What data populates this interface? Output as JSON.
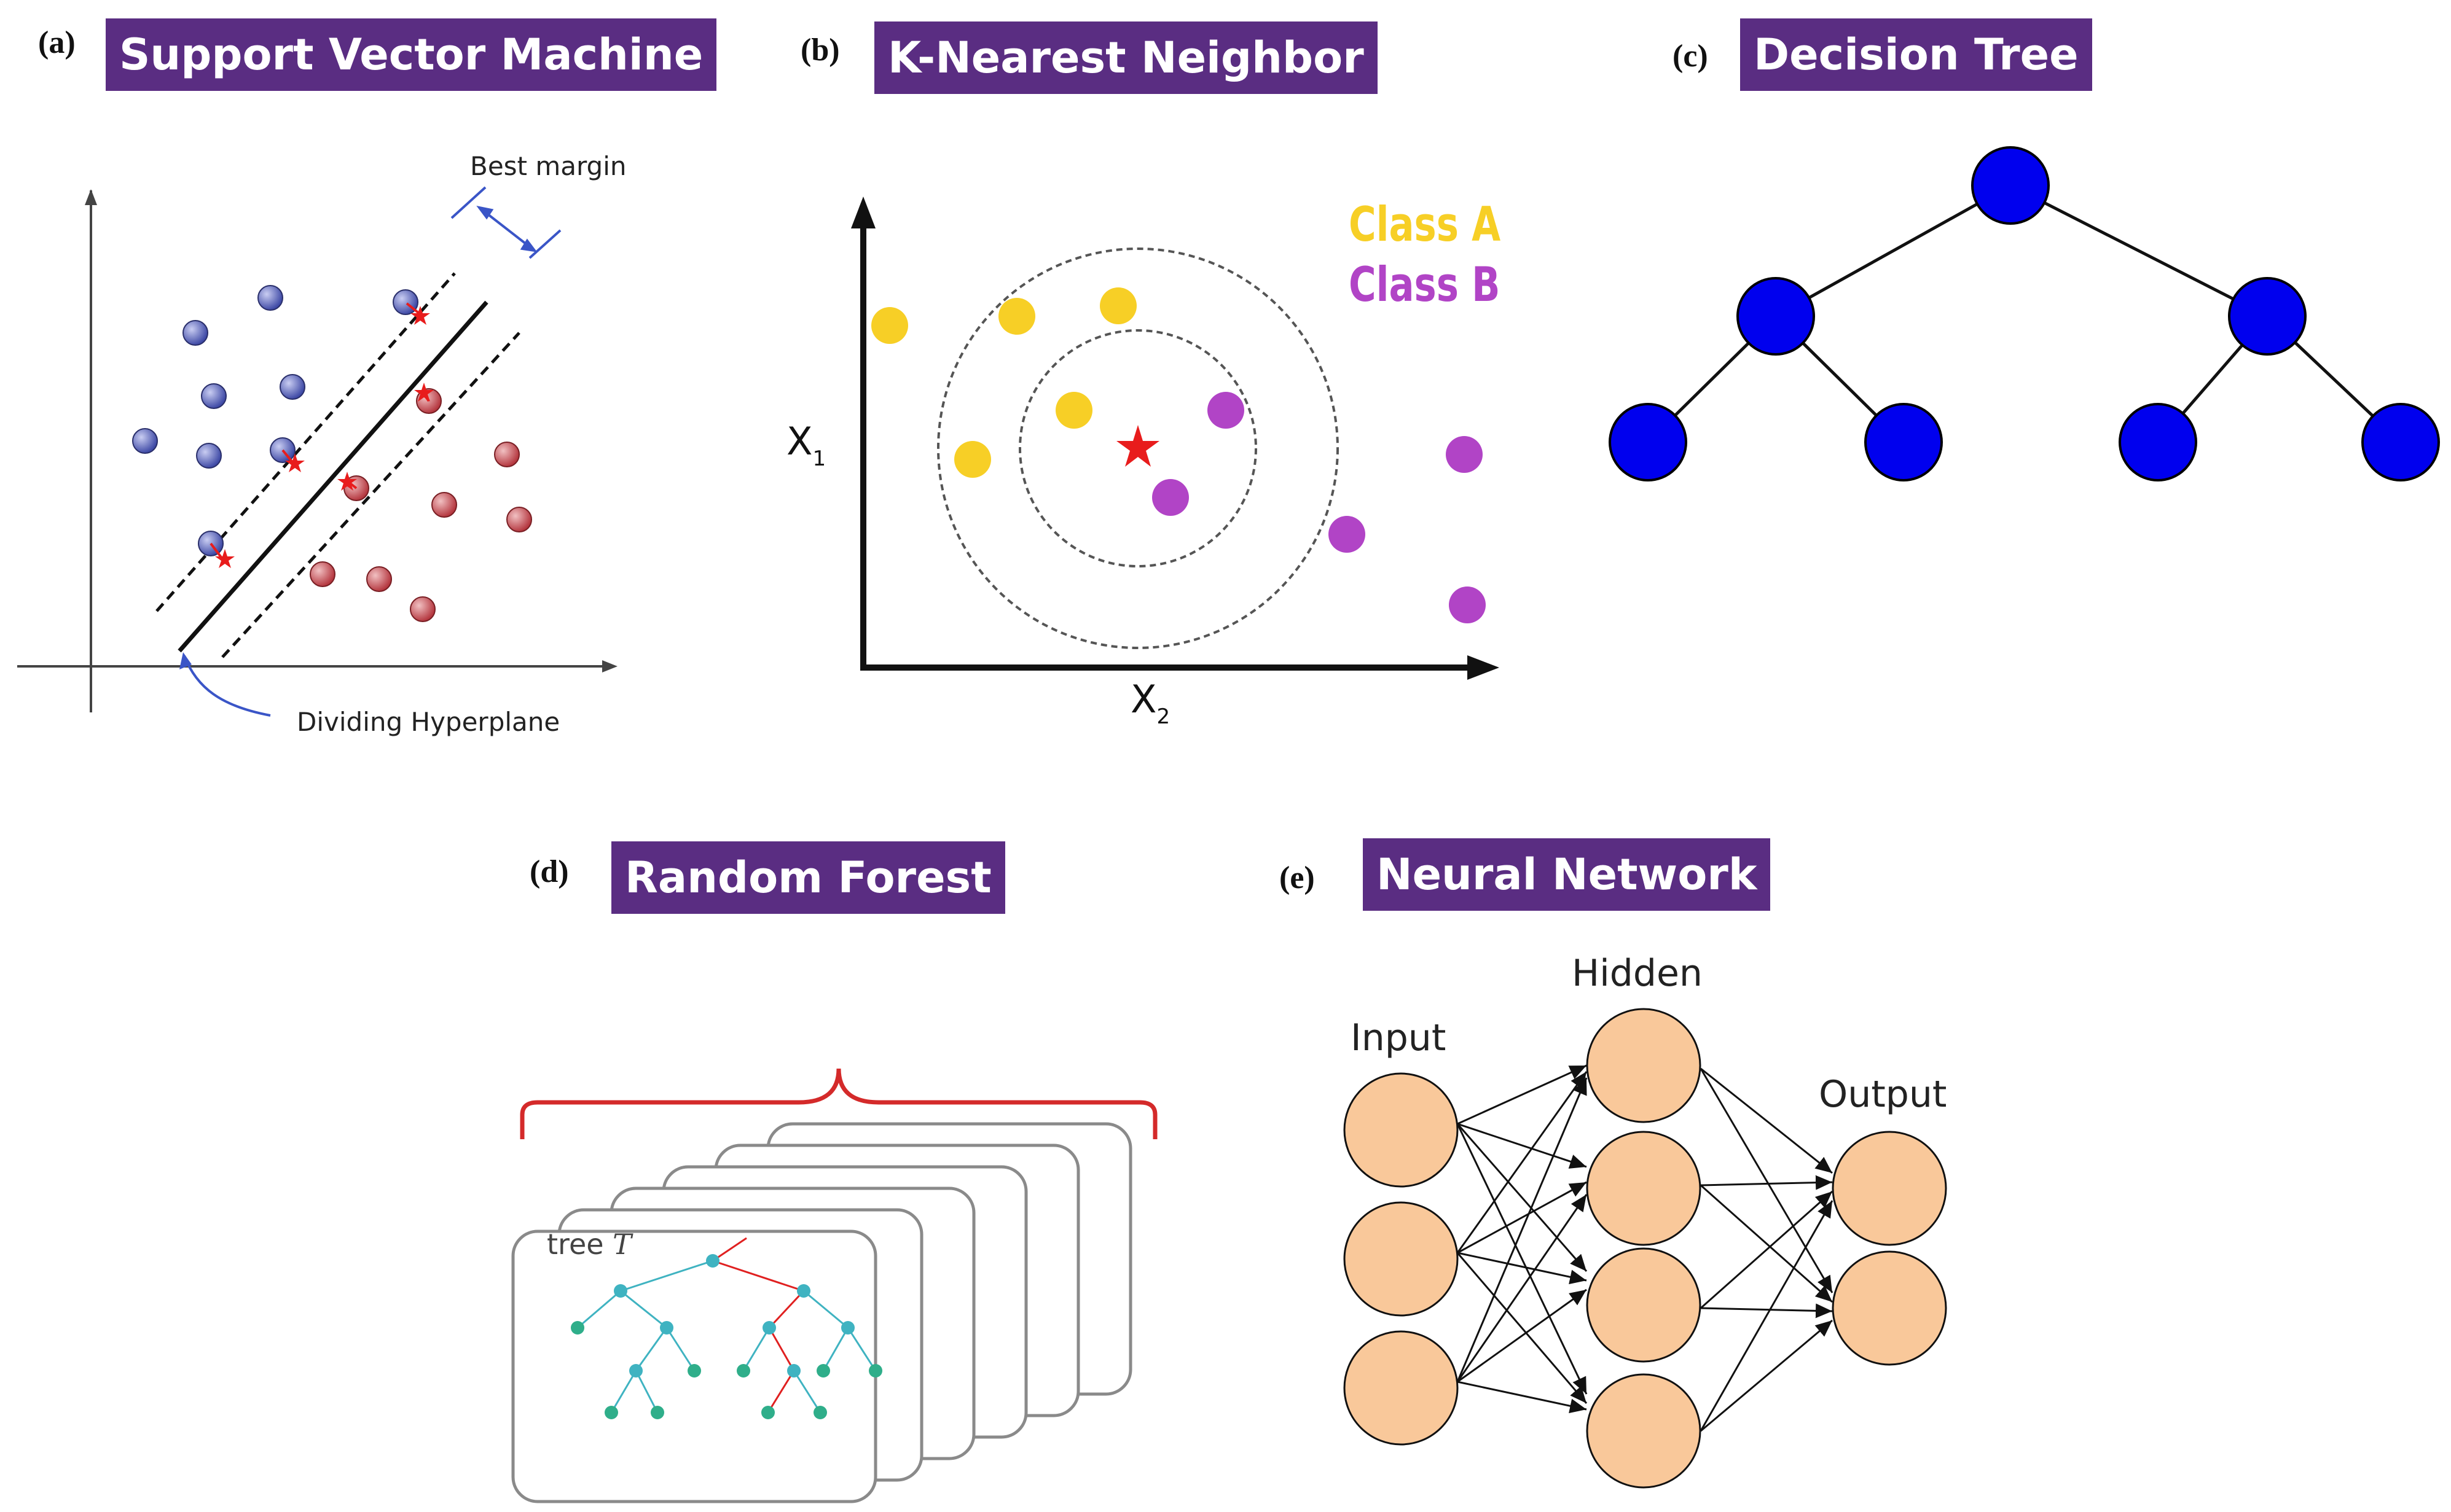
{
  "panels": {
    "a": {
      "letter": "(a)",
      "title": "Support Vector Machine",
      "best_margin": "Best margin",
      "hyperplane": "Dividing Hyperplane"
    },
    "b": {
      "letter": "(b)",
      "title": "K-Nearest Neighbor",
      "class_a": "Class A",
      "class_b": "Class B",
      "axis_y": "X",
      "axis_y_sub": "1",
      "axis_x": "X",
      "axis_x_sub": "2"
    },
    "c": {
      "letter": "(c)",
      "title": "Decision Tree"
    },
    "d": {
      "letter": "(d)",
      "title": "Random Forest",
      "tree_label": "tree",
      "tree_var": "T"
    },
    "e": {
      "letter": "(e)",
      "title": "Neural Network",
      "input": "Input",
      "hidden": "Hidden",
      "output": "Output"
    }
  },
  "colors": {
    "title_bg": "#5a2d82",
    "svm_blue": "#5560b5",
    "svm_red": "#c4484d",
    "knn_class_a": "#f7cf26",
    "knn_class_b": "#b144c6",
    "tree_node": "#0000ee",
    "nn_node": "#f9c89a",
    "forest_teal": "#3fb3c1",
    "forest_red": "#e02020",
    "forest_leaf": "#2fae8a"
  }
}
